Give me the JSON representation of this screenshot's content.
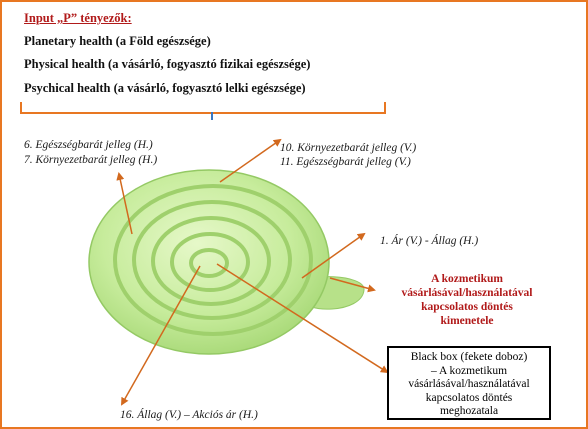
{
  "header": {
    "title": "Input „P” tényezők:",
    "lines": [
      "Planetary health (a Föld egészsége)",
      "Physical health (a vásárló, fogyasztó fizikai egészsége)",
      "Psychical health (a vásárló, fogyasztó lelki egészsége)"
    ]
  },
  "spiral_labels": {
    "left_top_1": "6. Egészségbarát jelleg (H.)",
    "left_top_2": "7. Környezetbarát jelleg (H.)",
    "right_top_1": "10. Környezetbarát jelleg (V.)",
    "right_top_2": "11. Egészségbarát jelleg (V.)",
    "right_mid": "1. Ár (V.) - Állag (H.)",
    "bottom": "16. Állag (V.) – Akciós ár (H.)"
  },
  "outcome": {
    "lines": [
      "A kozmetikum",
      "vásárlásával/használatával",
      "kapcsolatos döntés",
      "kimenetele"
    ]
  },
  "black_box": {
    "lines": [
      "Black box (fekete doboz)",
      "– A kozmetikum",
      "vásárlásával/használatával",
      "kapcsolatos döntés",
      "meghozatala"
    ]
  },
  "colors": {
    "frame": "#e87722",
    "arrow": "#d2691e",
    "title_red": "#b11a1a",
    "spiral_fill": "#c7ec9c",
    "spiral_shadow": "#94c964"
  }
}
